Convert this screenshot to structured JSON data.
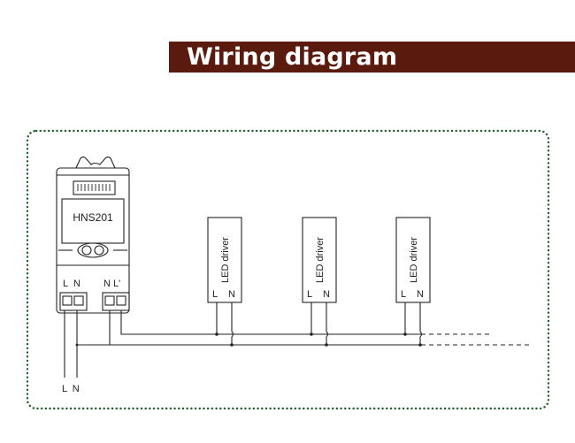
{
  "header": {
    "title": "Wiring diagram"
  },
  "device": {
    "model": "HNS201",
    "terminal_left_l": "L",
    "terminal_left_n": "N",
    "terminal_right": "N L'"
  },
  "drivers": [
    {
      "label": "LED driver",
      "terminal_l": "L",
      "terminal_n": "N"
    },
    {
      "label": "LED driver",
      "terminal_l": "L",
      "terminal_n": "N"
    },
    {
      "label": "LED driver",
      "terminal_l": "L",
      "terminal_n": "N"
    }
  ],
  "mains": {
    "label": "L N"
  },
  "colors": {
    "title_bg": "#5a1a0e",
    "border_dots": "#1f5e2a",
    "line": "#222222"
  }
}
